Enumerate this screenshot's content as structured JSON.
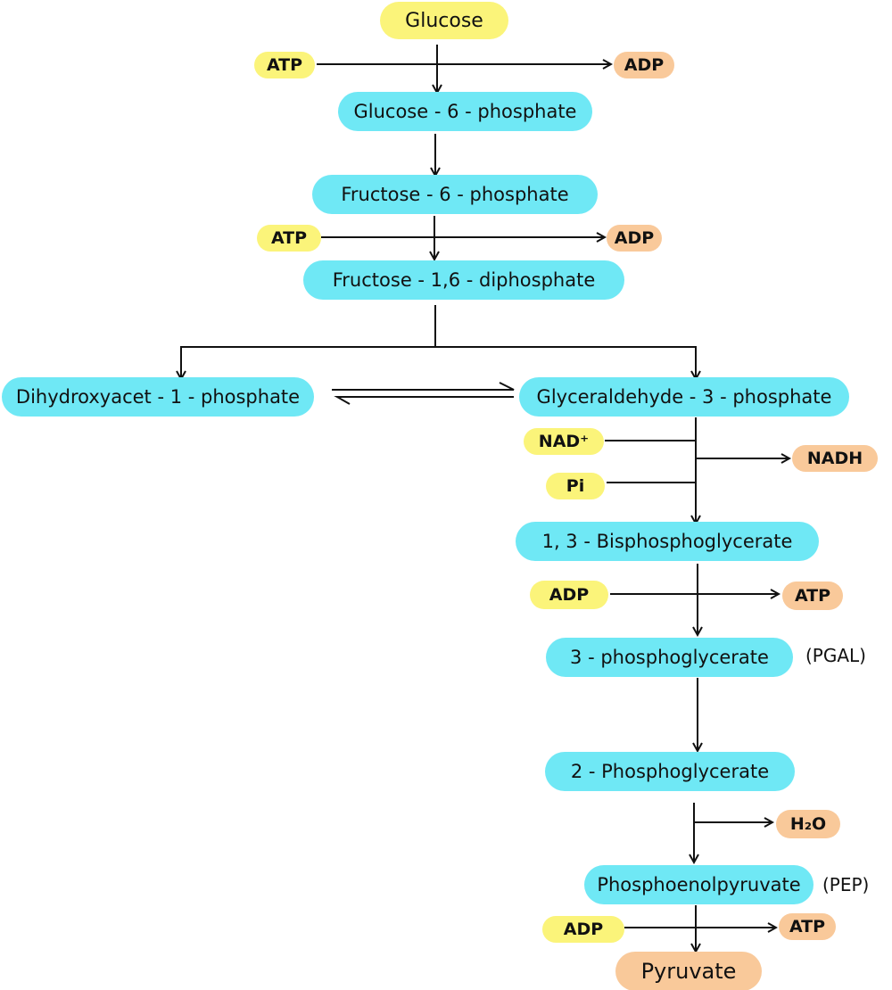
{
  "nodes": {
    "glucose": "Glucose",
    "g6p": "Glucose - 6 - phosphate",
    "f6p": "Fructose - 6 - phosphate",
    "f16dp": "Fructose - 1,6 - diphosphate",
    "dhap": "Dihydroxyacet - 1 - phosphate",
    "g3p": "Glyceraldehyde - 3 - phosphate",
    "bpg13": "1, 3 - Bisphosphoglycerate",
    "pg3": "3 - phosphoglycerate",
    "pg2": "2 - Phosphoglycerate",
    "pep": "Phosphoenolpyruvate",
    "pyruvate": "Pyruvate"
  },
  "notes": {
    "pgal": "(PGAL)",
    "pep": "(PEP)"
  },
  "cofactors": {
    "atp_in_1": "ATP",
    "adp_out_1": "ADP",
    "atp_in_2": "ATP",
    "adp_out_2": "ADP",
    "nad_in": "NAD⁺",
    "pi_in": "Pi",
    "nadh_out": "NADH",
    "adp_in_1": "ADP",
    "atp_out_1": "ATP",
    "h2o_out": "H₂O",
    "adp_in_2": "ADP",
    "atp_out_2": "ATP"
  },
  "colors": {
    "intermediate": "#6fe8f5",
    "input": "#fbf47a",
    "output": "#f9c99a",
    "line": "#111111"
  }
}
